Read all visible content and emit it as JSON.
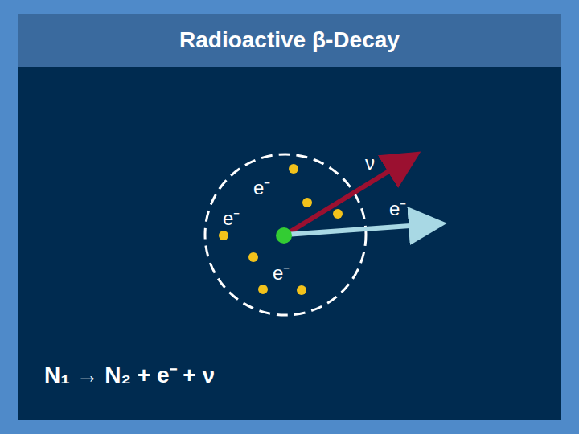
{
  "diagram": {
    "title": "Radioactive β-Decay",
    "labels": [
      "ν",
      "e⁻",
      "e⁻",
      "e⁻",
      "e⁻",
      "N₁ → N₂ + e⁻ + ν"
    ]
  }
}
